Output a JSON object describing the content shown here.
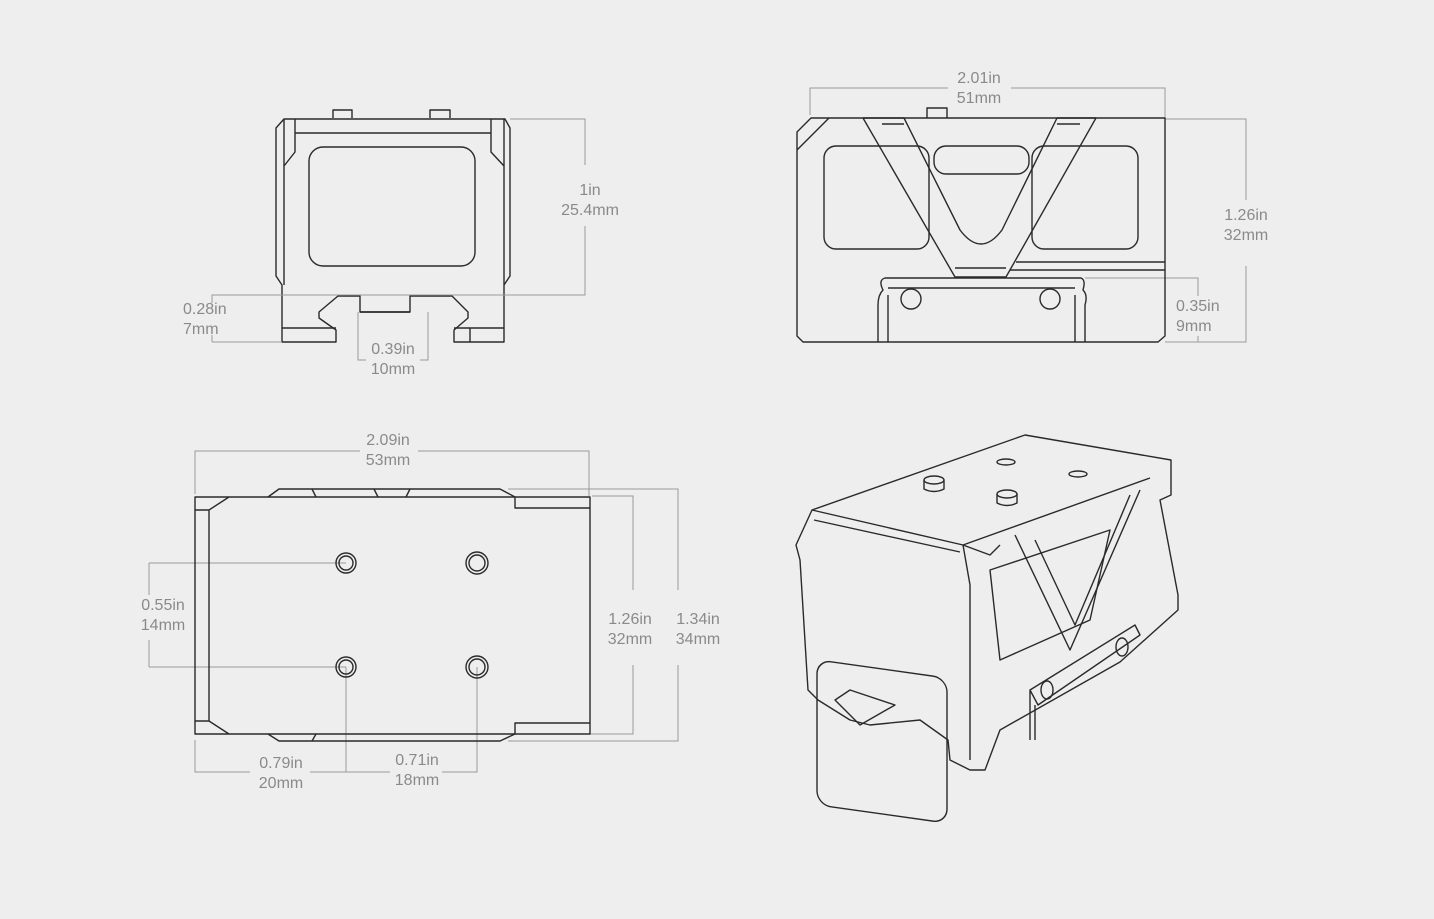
{
  "colors": {
    "background": "#eeeeee",
    "part_line": "#2a2a2a",
    "dimension_line": "#9a9a9a",
    "label_text": "#8a8a8a"
  },
  "views": {
    "front": {
      "height": {
        "in": "1in",
        "mm": "25.4mm"
      },
      "rail_height": {
        "in": "0.28in",
        "mm": "7mm"
      },
      "slot_width": {
        "in": "0.39in",
        "mm": "10mm"
      }
    },
    "side": {
      "length": {
        "in": "2.01in",
        "mm": "51mm"
      },
      "height": {
        "in": "1.26in",
        "mm": "32mm"
      },
      "base_height": {
        "in": "0.35in",
        "mm": "9mm"
      }
    },
    "top": {
      "length": {
        "in": "2.09in",
        "mm": "53mm"
      },
      "hole_spacing_vertical": {
        "in": "0.55in",
        "mm": "14mm"
      },
      "inner_width": {
        "in": "1.26in",
        "mm": "32mm"
      },
      "outer_width": {
        "in": "1.34in",
        "mm": "34mm"
      },
      "hole_offset": {
        "in": "0.79in",
        "mm": "20mm"
      },
      "hole_spacing_horizontal": {
        "in": "0.71in",
        "mm": "18mm"
      }
    },
    "isometric": {}
  }
}
